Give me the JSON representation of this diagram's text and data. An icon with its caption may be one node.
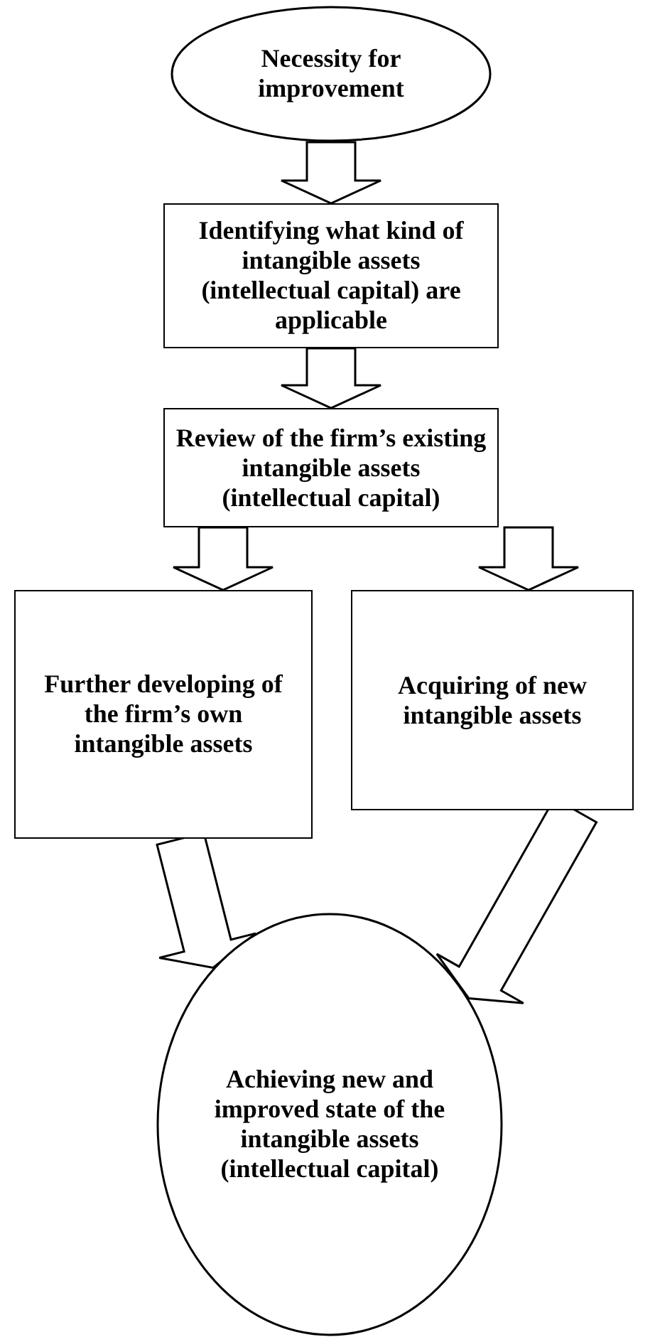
{
  "diagram": {
    "nodes": [
      {
        "text": [
          "Necessity for improvement"
        ]
      },
      {
        "text": [
          "Identifying what kind of intangible assets (intellectual capital) are applicable"
        ]
      },
      {
        "text": [
          "Review of the firm’s existing intangible assets (intellectual capital)"
        ]
      },
      {
        "text": [
          "Further developing of the firm’s own intangible assets"
        ]
      },
      {
        "text": [
          "Acquiring of new intangible assets"
        ]
      },
      {
        "text": [
          "Achieving new and improved state of the intangible assets (intellectual capital)"
        ]
      }
    ],
    "edges": [
      {
        "from": 0,
        "to": 1,
        "arrow": "to"
      },
      {
        "from": 1,
        "to": 2,
        "arrow": "to"
      },
      {
        "from": 2,
        "to": 3,
        "arrow": "to"
      },
      {
        "from": 2,
        "to": 4,
        "arrow": "to"
      },
      {
        "from": 3,
        "to": 5,
        "arrow": "to"
      },
      {
        "from": 4,
        "to": 5,
        "arrow": "to"
      }
    ]
  }
}
